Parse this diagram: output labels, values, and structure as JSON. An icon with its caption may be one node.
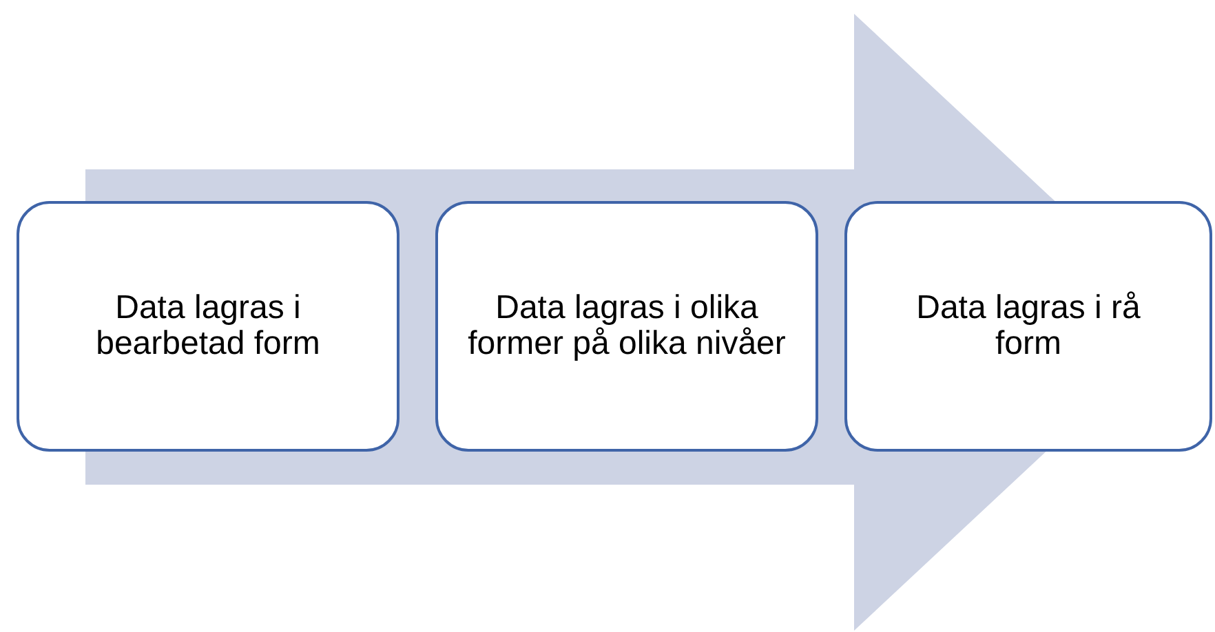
{
  "diagram": {
    "nodes": [
      {
        "text": [
          "Data lagras i bearbetad form"
        ]
      },
      {
        "text": [
          "Data lagras i olika former på olika nivåer"
        ]
      },
      {
        "text": [
          "Data lagras i rå form"
        ]
      }
    ],
    "edges": [
      {
        "from": 0,
        "to": 2,
        "arrow": "to"
      }
    ]
  }
}
